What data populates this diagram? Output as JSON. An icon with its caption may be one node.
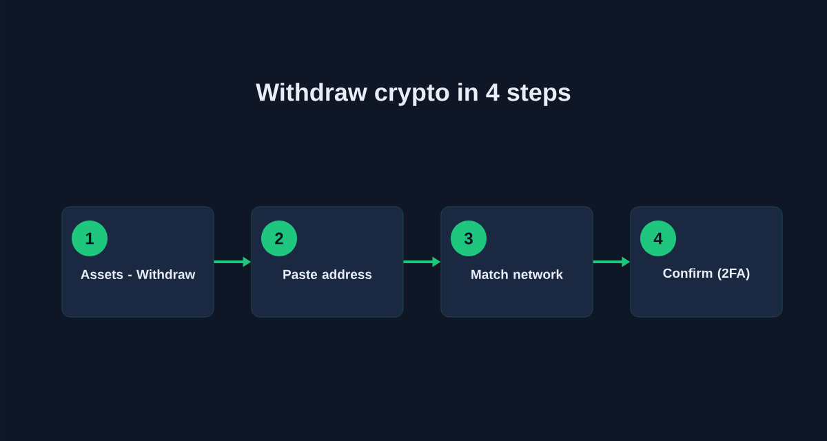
{
  "diagram": {
    "title": "Withdraw crypto in 4 steps",
    "nodes": [
      {
        "text": [
          "Assets - Withdraw"
        ]
      },
      {
        "text": [
          "1"
        ],
        "in": 0
      },
      {
        "text": [
          "Paste address"
        ]
      },
      {
        "text": [
          "2"
        ],
        "in": 2
      },
      {
        "text": [
          "Match network"
        ]
      },
      {
        "text": [
          "3"
        ],
        "in": 4
      },
      {
        "text": [
          "Confirm (2FA)"
        ]
      },
      {
        "text": [
          "4"
        ],
        "in": 6
      }
    ],
    "edges": [
      {
        "from": 0,
        "to": 2,
        "arrow": "to"
      },
      {
        "from": 2,
        "to": 4,
        "arrow": "to"
      },
      {
        "from": 4,
        "to": 6,
        "arrow": "to"
      }
    ]
  }
}
